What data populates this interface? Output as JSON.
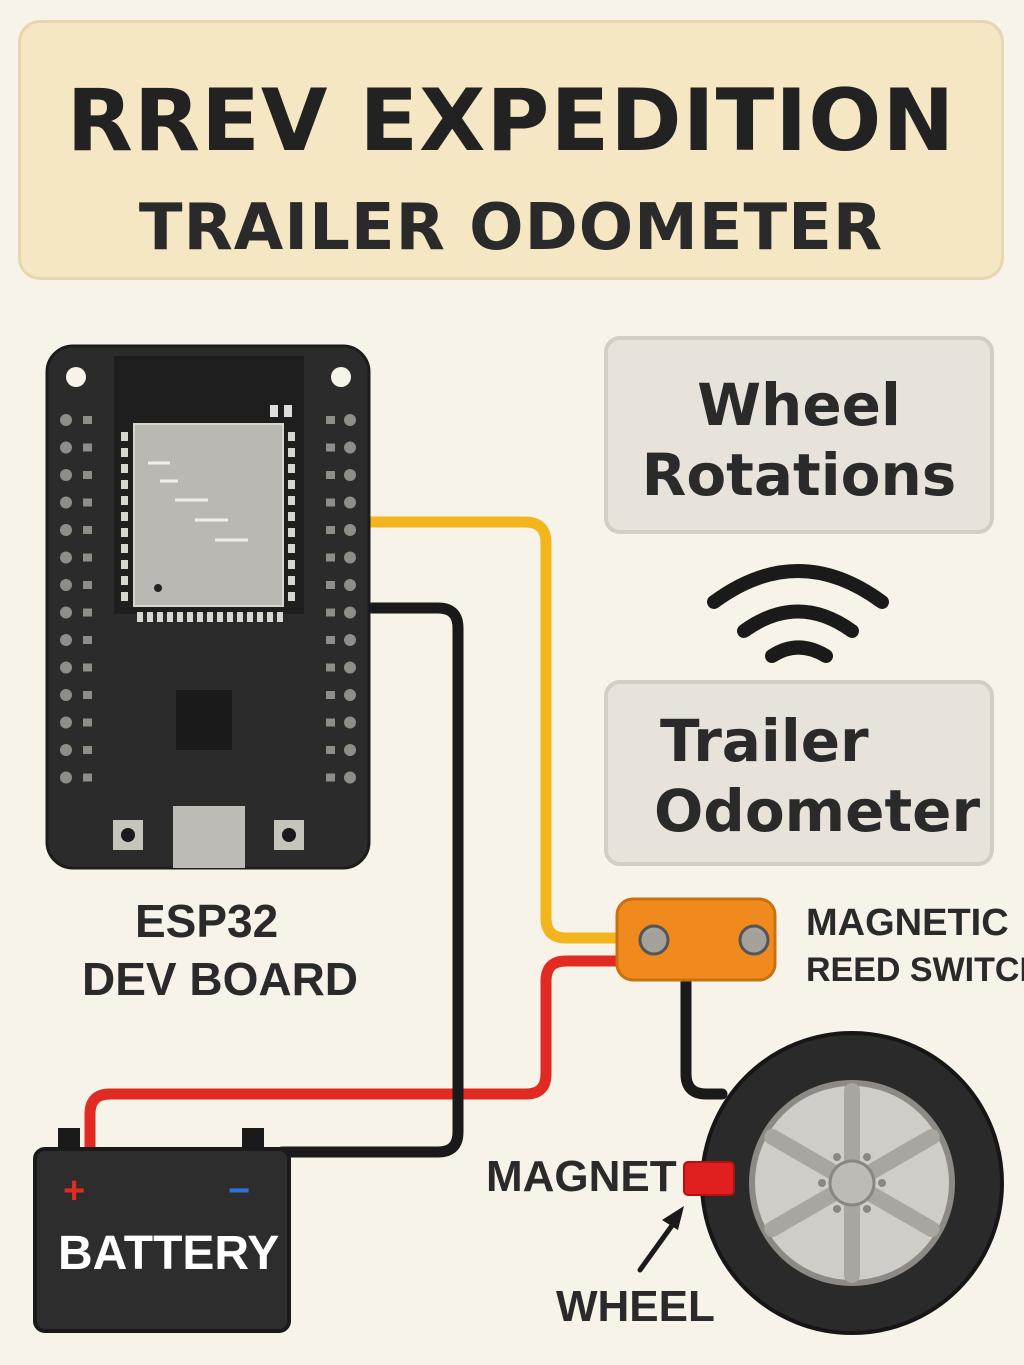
{
  "title": {
    "line1": "RREV EXPEDITION",
    "line2": "TRAILER ODOMETER"
  },
  "info_boxes": {
    "wheel_rotations": {
      "line1": "Wheel",
      "line2": "Rotations"
    },
    "trailer_odometer": {
      "line1": "Trailer",
      "line2": "Odometer"
    }
  },
  "labels": {
    "esp32": {
      "line1": "ESP32",
      "line2": "DEV BOARD"
    },
    "reed_switch": {
      "line1": "MAGNETIC",
      "line2": "REED SWITCH"
    },
    "magnet": "MAGNET",
    "wheel": "WHEEL",
    "battery": "BATTERY",
    "battery_plus": "+",
    "battery_minus": "−"
  },
  "icons": [
    "esp32-board-icon",
    "wireless-signal-icon",
    "reed-switch-icon",
    "battery-icon",
    "wheel-icon",
    "magnet-icon",
    "arrow-icon"
  ],
  "colors": {
    "background": "#f8f3e8",
    "title_bg": "#f5e6c4",
    "wire_signal": "#f2b51d",
    "wire_power": "#e12b22",
    "wire_ground": "#1a1a1a",
    "reed_switch": "#f08a1c",
    "magnet": "#e21f1f"
  }
}
